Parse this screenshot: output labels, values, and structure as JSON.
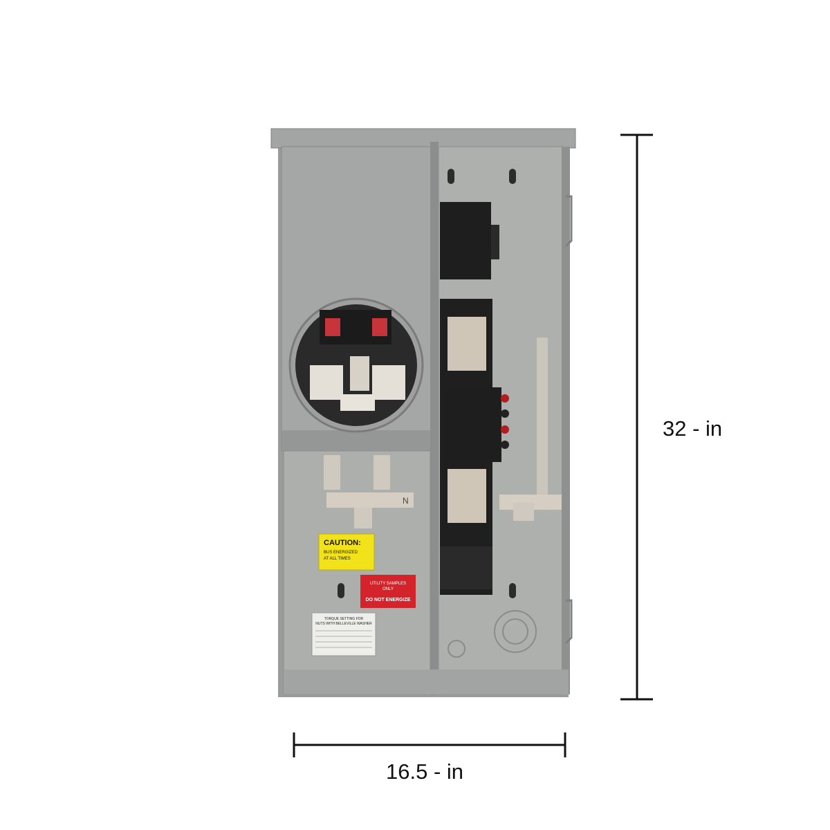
{
  "dimensions": {
    "height_label": "32 - in",
    "width_label": "16.5 - in"
  },
  "labels": {
    "caution_title": "CAUTION:",
    "caution_line1": "BUS ENERGIZED",
    "caution_line2": "AT ALL TIMES",
    "utility_line1": "UTILITY SAMPLES",
    "utility_line2": "ONLY",
    "do_not_energize": "DO NOT ENERGIZE",
    "torque_title1": "TORQUE SETTING FOR",
    "torque_title2": "NUTS WITH BELLEVILLE WASHER",
    "neutral_mark": "N"
  },
  "colors": {
    "enclosure": "#9d9f9e",
    "enclosure_dark": "#7d807f",
    "interior": "#a8aaa8",
    "breaker_black": "#1e1e1e",
    "bus_bar": "#cfc6b8",
    "caution_yellow": "#f2e21a",
    "warning_red": "#d4232a",
    "dimension_line": "#111111"
  }
}
